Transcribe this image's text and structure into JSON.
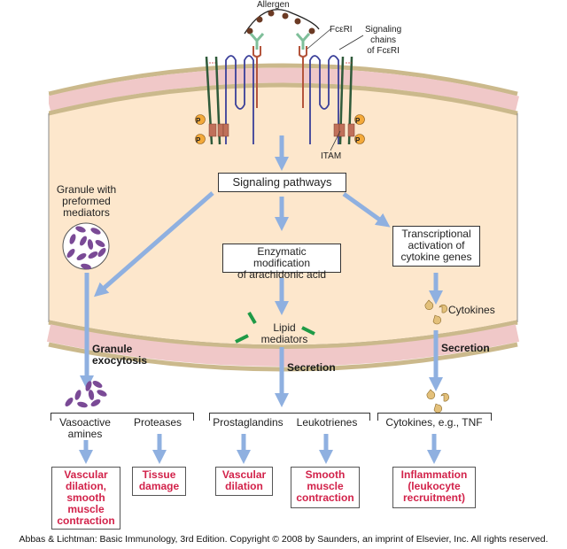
{
  "colors": {
    "cytoplasm": "#fde7cc",
    "membrane_inner": "#f0c8c8",
    "membrane_edge": "#cbb98c",
    "arrow": "#8fb0e0",
    "outcome_text": "#d2224a",
    "granule_dots": "#7a4a96",
    "allergen": "#6b3a24",
    "receptor_green": "#7fbf9a",
    "receptor_red": "#b4553c",
    "chain_green": "#2f5a3a",
    "chain_blue": "#3a3f99",
    "itam": "#c0705a",
    "phospho": "#f3a93a",
    "lipid": "#1e9a46",
    "cytokine": "#e3c07a"
  },
  "top_labels": {
    "allergen": "Allergen",
    "fceri": "FcεRI",
    "signaling_chains": "Signaling\nchains\nof FcεRI",
    "itam": "ITAM",
    "phospho": "P"
  },
  "inside": {
    "signaling_pathways": "Signaling pathways",
    "granule_label": "Granule with\npreformed\nmediators",
    "enzymatic": "Enzymatic modification\nof arachidonic acid",
    "transcriptional": "Transcriptional\nactivation of\ncytokine genes",
    "lipid_mediators": "Lipid\nmediators",
    "cytokines": "Cytokines"
  },
  "membrane_labels": {
    "granule_exocytosis": "Granule\nexocytosis",
    "secretion_middle": "Secretion",
    "secretion_right": "Secretion"
  },
  "products": [
    {
      "group": "granule",
      "items": [
        "Vasoactive\namines",
        "Proteases"
      ]
    },
    {
      "group": "lipid",
      "items": [
        "Prostaglandins",
        "Leukotrienes"
      ]
    },
    {
      "group": "cytokine",
      "items": [
        "Cytokines, e.g., TNF"
      ]
    }
  ],
  "outcomes": [
    "Vascular\ndilation,\nsmooth\nmuscle\ncontraction",
    "Tissue\ndamage",
    "Vascular\ndilation",
    "Smooth\nmuscle\ncontraction",
    "Inflammation\n(leukocyte\nrecruitment)"
  ],
  "footer": "Abbas & Lichtman: Basic Immunology, 3rd Edition. Copyright © 2008 by Saunders, an imprint of Elsevier, Inc. All rights reserved."
}
